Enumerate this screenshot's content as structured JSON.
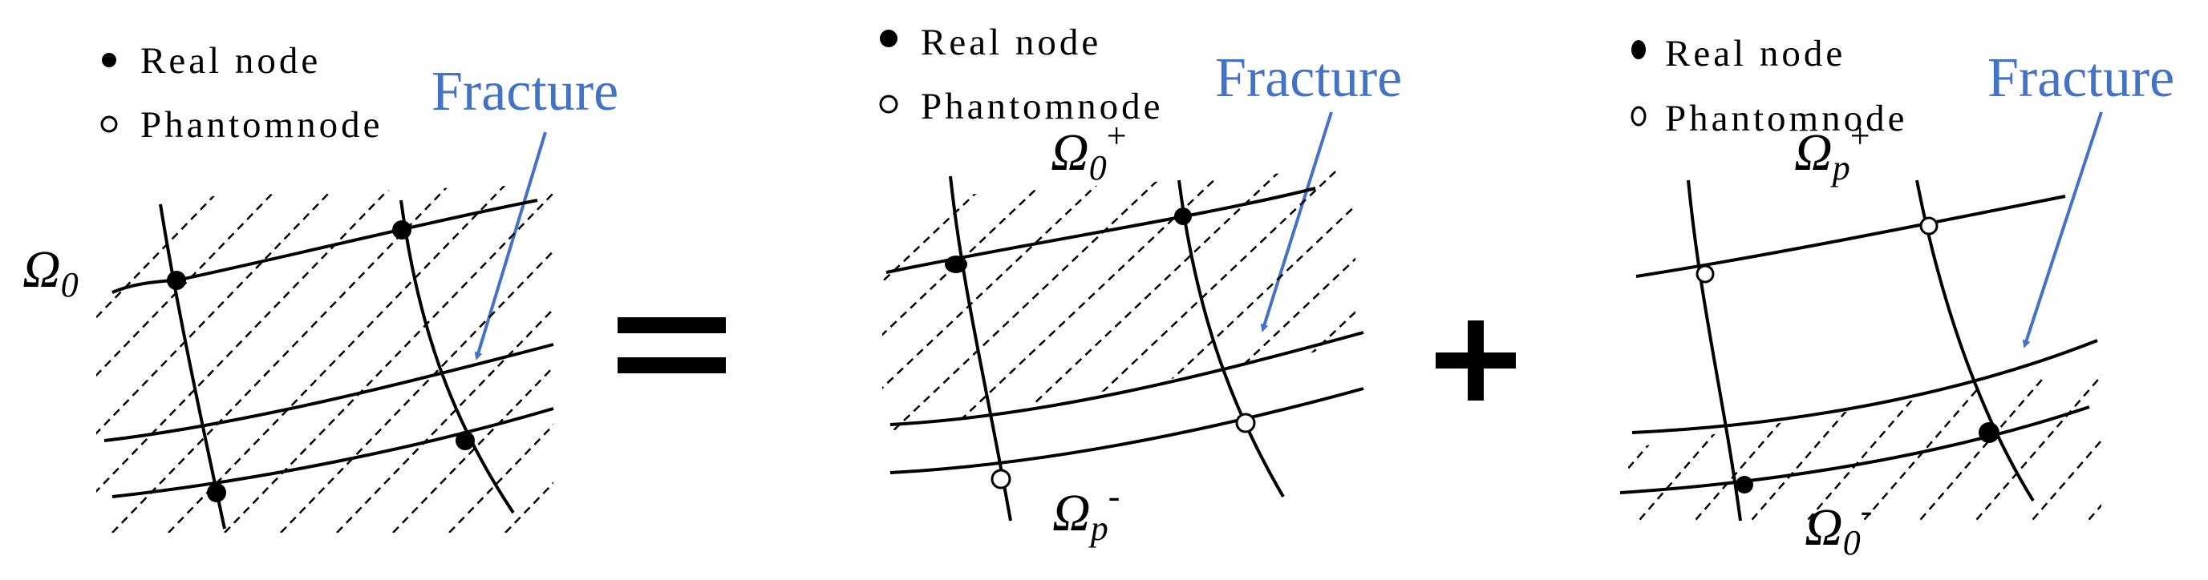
{
  "legend": {
    "real_node": "Real node",
    "phantom_node": "Phantomnode"
  },
  "fracture_label": "Fracture",
  "colors": {
    "fracture": "#4472C4",
    "ink": "#000000",
    "background": "#ffffff"
  },
  "operators": {
    "equals": "=",
    "plus": "+"
  },
  "panels": [
    {
      "id": "original",
      "domain_label": {
        "symbol": "Ω",
        "sub": "0",
        "sup": ""
      }
    },
    {
      "id": "upper-part",
      "top_label": {
        "symbol": "Ω",
        "sub": "0",
        "sup": "+"
      },
      "bottom_label": {
        "symbol": "Ω",
        "sub": "p",
        "sup": "-"
      }
    },
    {
      "id": "lower-part",
      "top_label": {
        "symbol": "Ω",
        "sub": "p",
        "sup": "+"
      },
      "bottom_label": {
        "symbol": "Ω",
        "sub": "0",
        "sup": "-"
      }
    }
  ]
}
